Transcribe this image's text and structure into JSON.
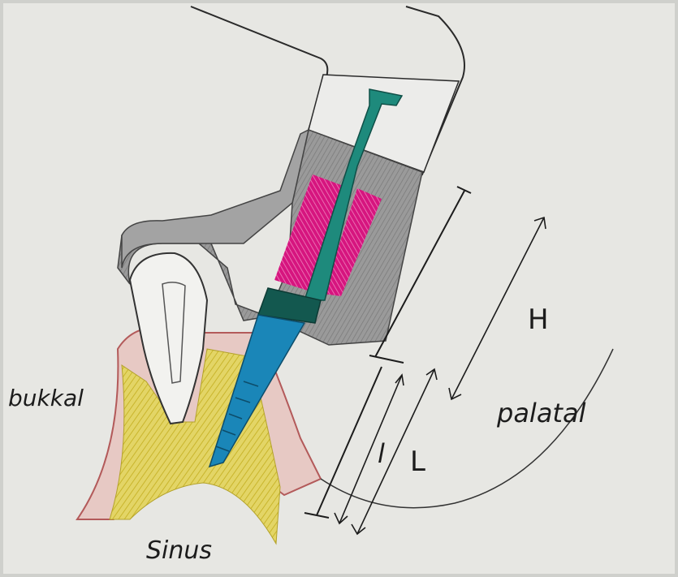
{
  "labels": {
    "bukkal": "bukkal",
    "palatal": "palatal",
    "sinus": "Sinus",
    "h": "H",
    "l_small": "l",
    "l_big": "L"
  },
  "colors": {
    "paper": "#e9e9e6",
    "guide_gray": "#8f8f8f",
    "pink_sleeve": "#d6157f",
    "shaft_teal": "#1e8a7c",
    "implant_blue": "#1a86b8",
    "bone_yellow": "#e2d14a",
    "gum_red": "#c46a6a",
    "ink": "#1c1c1c"
  }
}
